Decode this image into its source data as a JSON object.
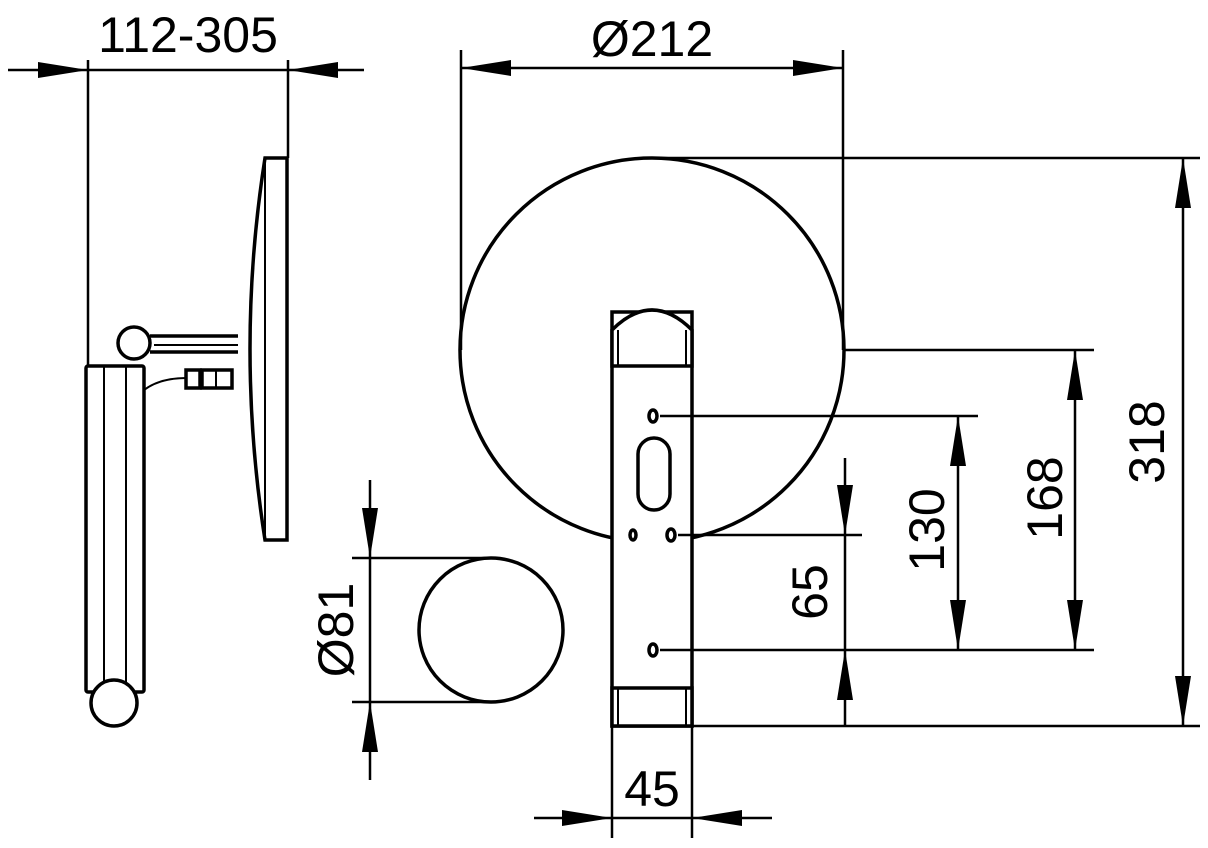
{
  "dimensions": {
    "projection": "112-305",
    "mirror_diameter": "Ø212",
    "height_total": "318",
    "height_mount": "168",
    "height_holes": "130",
    "height_lower": "65",
    "plate_width": "45",
    "small_diameter": "Ø81"
  }
}
